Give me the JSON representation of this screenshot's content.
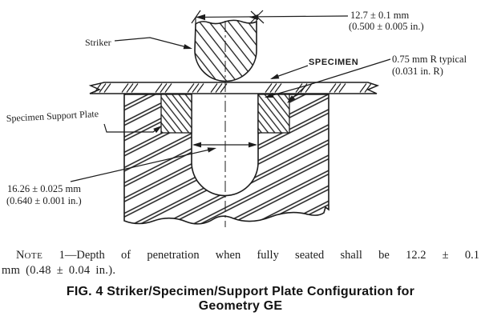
{
  "figure": {
    "labels": {
      "striker": "Striker",
      "specimen": "SPECIMEN",
      "support_plate": "Specimen Support Plate"
    },
    "dimensions": {
      "striker_width_mm": "12.7 ± 0.1 mm",
      "striker_width_in": "(0.500 ± 0.005 in.)",
      "radius_mm": "0.75 mm R typical",
      "radius_in": "(0.031 in. R)",
      "slot_width_mm": "16.26 ± 0.025 mm",
      "slot_width_in": "(0.640 ± 0.001 in.)"
    }
  },
  "note": {
    "label_initial": "N",
    "label_smallcaps": "OTE",
    "line1_rest": " 1—Depth of penetration when fully seated shall be 12.2 ± 0.1",
    "line2": "mm (0.48 ± 0.04 in.)."
  },
  "caption": {
    "line1": "FIG. 4 Striker/Specimen/Support Plate Configuration for",
    "line2": "Geometry GE"
  },
  "colors": {
    "ink": "#1c1c1c",
    "paper": "#ffffff"
  }
}
